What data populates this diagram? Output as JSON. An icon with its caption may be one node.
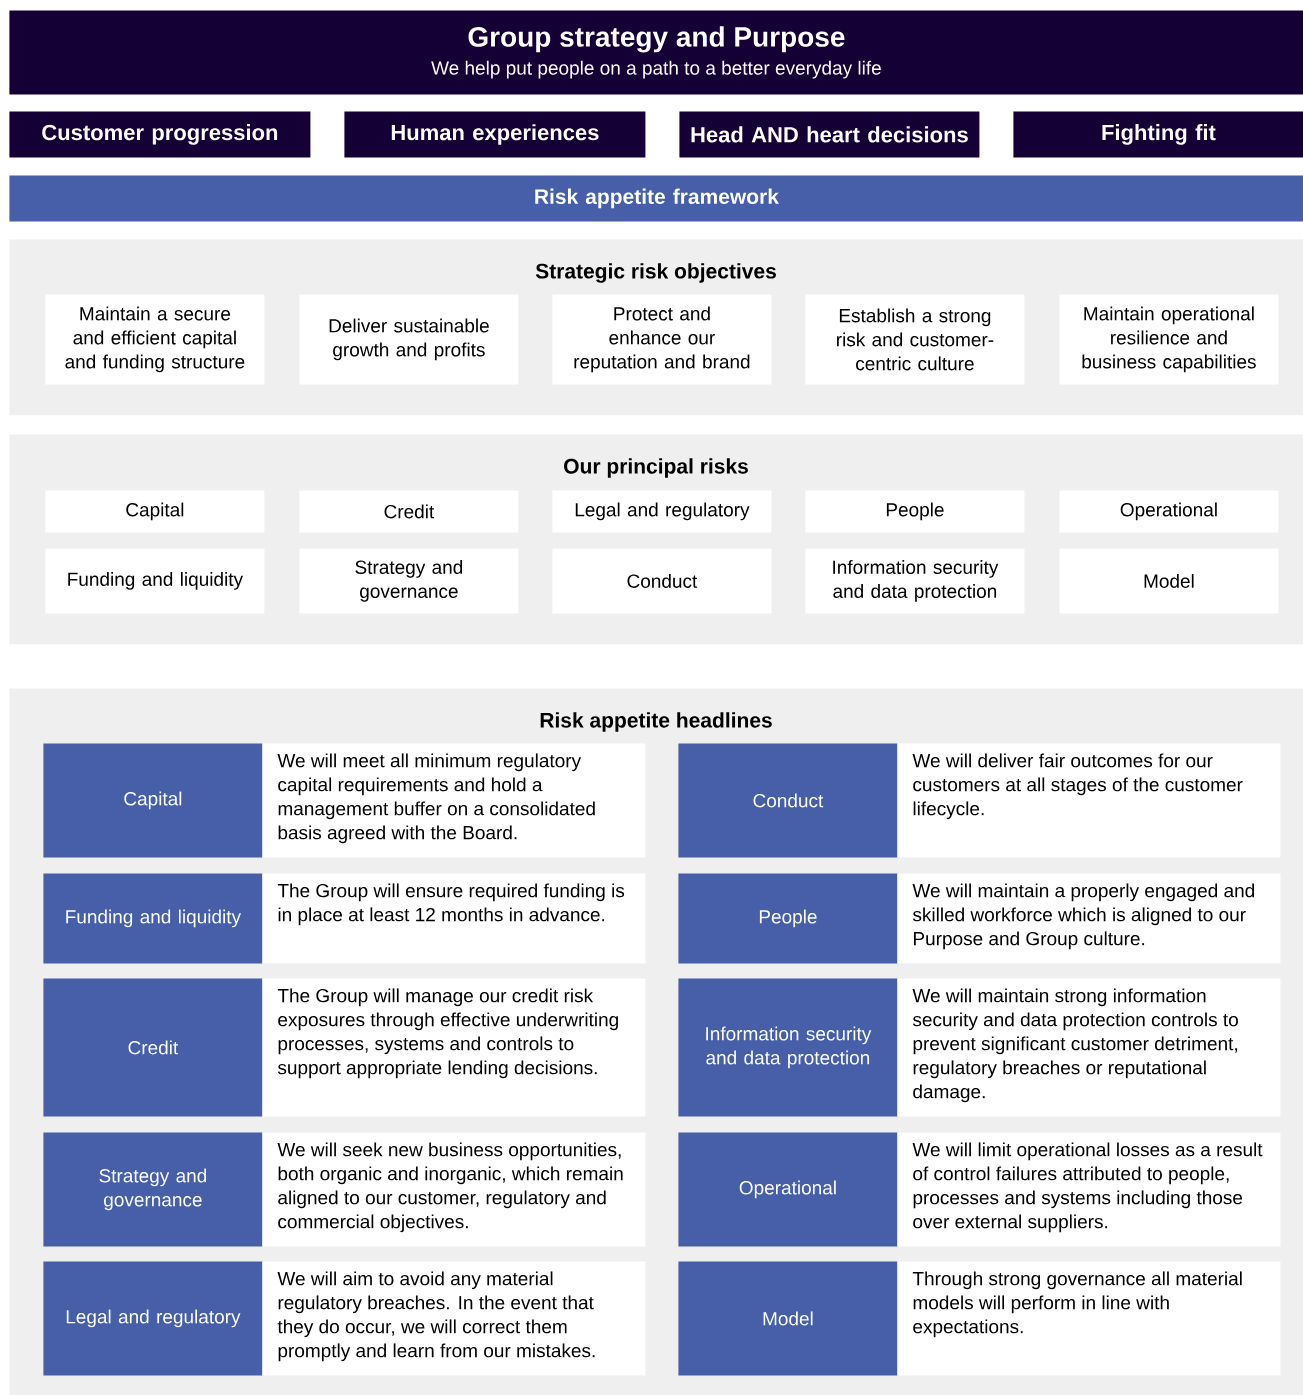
{
  "diagram": {
    "nodes": [
      {
        "text": [
          "Group strategy and Purpose",
          "We help put people on a path to a better everyday life"
        ]
      },
      {
        "text": [
          "Customer progression"
        ]
      },
      {
        "text": [
          "Human experiences"
        ]
      },
      {
        "text": [
          "Head AND heart decisions"
        ]
      },
      {
        "text": [
          "Fighting fit"
        ]
      },
      {
        "text": [
          "Risk appetite framework"
        ]
      },
      {
        "text": [
          "Strategic risk objectives"
        ]
      },
      {
        "text": [
          "Maintain a secure and efficient capital and funding structure"
        ],
        "in": 6
      },
      {
        "text": [
          "Deliver sustainable growth and profits"
        ],
        "in": 6
      },
      {
        "text": [
          "Protect and enhance our reputation and brand"
        ],
        "in": 6
      },
      {
        "text": [
          "Establish a strong risk and customer-centric culture"
        ],
        "in": 6
      },
      {
        "text": [
          "Maintain operational resilience and business capabilities"
        ],
        "in": 6
      },
      {
        "text": [
          "Our principal risks"
        ]
      },
      {
        "text": [
          "Capital"
        ],
        "in": 12
      },
      {
        "text": [
          "Credit"
        ],
        "in": 12
      },
      {
        "text": [
          "Legal and regulatory"
        ],
        "in": 12
      },
      {
        "text": [
          "People"
        ],
        "in": 12
      },
      {
        "text": [
          "Operational"
        ],
        "in": 12
      },
      {
        "text": [
          "Funding and liquidity"
        ],
        "in": 12
      },
      {
        "text": [
          "Strategy and governance"
        ],
        "in": 12
      },
      {
        "text": [
          "Conduct"
        ],
        "in": 12
      },
      {
        "text": [
          "Information security and data protection"
        ],
        "in": 12
      },
      {
        "text": [
          "Model"
        ],
        "in": 12
      },
      {
        "text": [
          "Risk appetite headlines"
        ]
      },
      {
        "text": [
          "Capital"
        ],
        "in": 23
      },
      {
        "text": [
          "We will meet all minimum regulatory capital requirements and hold a management buffer on a consolidated basis agreed with the Board."
        ],
        "in": 23
      },
      {
        "text": [
          "Conduct"
        ],
        "in": 23
      },
      {
        "text": [
          "We will deliver fair outcomes for our customers at all stages of the customer lifecycle."
        ],
        "in": 23
      },
      {
        "text": [
          "Funding and liquidity"
        ],
        "in": 23
      },
      {
        "text": [
          "The Group will ensure required funding is in place at least 12 months in advance."
        ],
        "in": 23
      },
      {
        "text": [
          "People"
        ],
        "in": 23
      },
      {
        "text": [
          "We will maintain a properly engaged and skilled workforce which is aligned to our Purpose and Group culture."
        ],
        "in": 23
      },
      {
        "text": [
          "Credit"
        ],
        "in": 23
      },
      {
        "text": [
          "The Group will manage our credit risk exposures through effective underwriting processes, systems and controls to support appropriate lending decisions."
        ],
        "in": 23
      },
      {
        "text": [
          "Information security and data protection"
        ],
        "in": 23
      },
      {
        "text": [
          "We will maintain strong information security and data protection controls to prevent significant customer detriment, regulatory breaches or reputational damage."
        ],
        "in": 23
      },
      {
        "text": [
          "Strategy and governance"
        ],
        "in": 23
      },
      {
        "text": [
          "We will seek new business opportunities, both organic and inorganic, which remain aligned to our customer, regulatory and commercial objectives."
        ],
        "in": 23
      },
      {
        "text": [
          "Operational"
        ],
        "in": 23
      },
      {
        "text": [
          "We will limit operational losses as a result of control failures attributed to people, processes and systems including those over external suppliers."
        ],
        "in": 23
      },
      {
        "text": [
          "Legal and regulatory"
        ],
        "in": 23
      },
      {
        "text": [
          "We will aim to avoid any material regulatory breaches. In the event that they do occur, we will correct them promptly and learn from our mistakes."
        ],
        "in": 23
      },
      {
        "text": [
          "Model"
        ],
        "in": 23
      },
      {
        "text": [
          "Through strong governance all material models will perform in line with expectations."
        ],
        "in": 23
      }
    ]
  }
}
